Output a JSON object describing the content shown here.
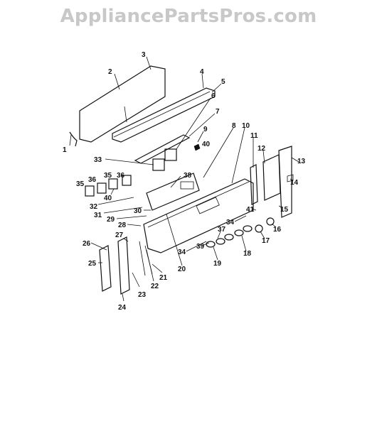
{
  "watermark": "AppliancePartsPros.com",
  "callouts": [
    {
      "id": "1",
      "text": "1"
    },
    {
      "id": "2",
      "text": "2"
    },
    {
      "id": "3",
      "text": "3"
    },
    {
      "id": "4",
      "text": "4"
    },
    {
      "id": "5",
      "text": "5"
    },
    {
      "id": "6",
      "text": "6"
    },
    {
      "id": "7",
      "text": "7"
    },
    {
      "id": "8",
      "text": "8"
    },
    {
      "id": "9",
      "text": "9"
    },
    {
      "id": "10",
      "text": "10"
    },
    {
      "id": "11",
      "text": "11"
    },
    {
      "id": "12",
      "text": "12"
    },
    {
      "id": "13",
      "text": "13"
    },
    {
      "id": "14",
      "text": "14"
    },
    {
      "id": "15",
      "text": "15"
    },
    {
      "id": "16",
      "text": "16"
    },
    {
      "id": "17",
      "text": "17"
    },
    {
      "id": "18",
      "text": "18"
    },
    {
      "id": "19",
      "text": "19"
    },
    {
      "id": "20",
      "text": "20"
    },
    {
      "id": "21",
      "text": "21"
    },
    {
      "id": "22",
      "text": "22"
    },
    {
      "id": "23",
      "text": "23"
    },
    {
      "id": "24",
      "text": "24"
    },
    {
      "id": "25",
      "text": "25"
    },
    {
      "id": "26",
      "text": "26"
    },
    {
      "id": "27",
      "text": "27"
    },
    {
      "id": "28",
      "text": "28"
    },
    {
      "id": "29",
      "text": "29"
    },
    {
      "id": "30",
      "text": "30"
    },
    {
      "id": "31",
      "text": "31"
    },
    {
      "id": "32",
      "text": "32"
    },
    {
      "id": "33",
      "text": "33"
    },
    {
      "id": "34a",
      "text": "34"
    },
    {
      "id": "34b",
      "text": "34"
    },
    {
      "id": "35a",
      "text": "35"
    },
    {
      "id": "35b",
      "text": "35"
    },
    {
      "id": "36a",
      "text": "36"
    },
    {
      "id": "36b",
      "text": "36"
    },
    {
      "id": "37",
      "text": "37"
    },
    {
      "id": "38",
      "text": "38"
    },
    {
      "id": "39",
      "text": "39"
    },
    {
      "id": "40a",
      "text": "40"
    },
    {
      "id": "40b",
      "text": "40"
    },
    {
      "id": "41",
      "text": "41"
    }
  ]
}
